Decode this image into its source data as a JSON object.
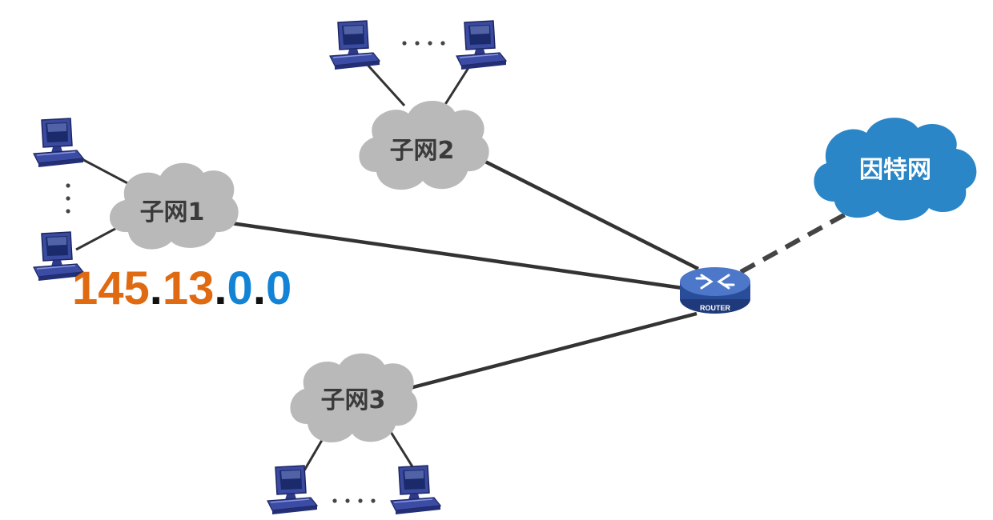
{
  "subnets": [
    {
      "label": "子网1"
    },
    {
      "label": "子网2"
    },
    {
      "label": "子网3"
    }
  ],
  "internet": {
    "label": "因特网"
  },
  "router": {
    "label": "ROUTER"
  },
  "ip_address": {
    "parts": [
      "145",
      ".",
      "13",
      ".",
      "0",
      ".",
      "0"
    ],
    "colors": [
      "#e06a12",
      "#111111",
      "#e06a12",
      "#111111",
      "#1383d6",
      "#111111",
      "#1383d6"
    ]
  },
  "colors": {
    "subnet_cloud": "#b7b7b7",
    "internet_cloud": "#2a86c7",
    "link_line": "#333333",
    "computer": "#2f3f8f"
  },
  "icons": [
    "computer-icon",
    "router-icon",
    "cloud-icon"
  ]
}
